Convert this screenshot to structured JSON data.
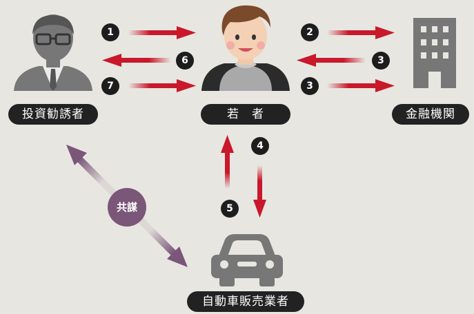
{
  "nodes": {
    "investment_solicitor": "投資勧誘者",
    "young_person": "若　者",
    "financial_institution": "金融機関",
    "car_dealer": "自動車販売業者"
  },
  "collusion_label": "共謀",
  "steps": [
    "1",
    "2",
    "3",
    "3",
    "4",
    "5",
    "6",
    "7"
  ],
  "colors": {
    "arrow_red": "#c8182a",
    "arrow_purple": "#7a5678",
    "label_bg": "#222222",
    "background": "#e8e6e1"
  }
}
